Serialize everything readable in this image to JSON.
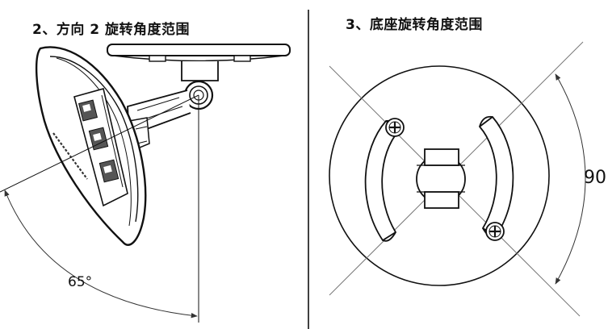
{
  "left_panel": {
    "title": "2、方向 2 旋转角度范围",
    "angle_label": "65°"
  },
  "right_panel": {
    "title": "3、底座旋转角度范围",
    "angle_label": "90"
  },
  "colors": {
    "line": "#111111",
    "thin_line": "#777777",
    "background": "#ffffff"
  }
}
